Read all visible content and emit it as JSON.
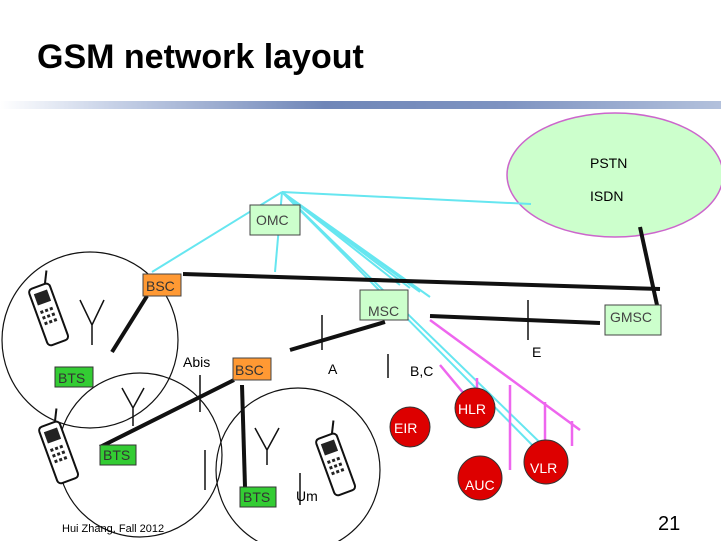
{
  "slide": {
    "title": "GSM network layout",
    "footer": "Hui Zhang, Fall 2012",
    "page_number": "21"
  },
  "nodes": {
    "pstn": "PSTN",
    "isdn": "ISDN",
    "omc": "OMC",
    "bsc_top": "BSC",
    "msc": "MSC",
    "gmsc": "GMSC",
    "bts_left": "BTS",
    "bsc_mid": "BSC",
    "bts_lower": "BTS",
    "bts_bottom": "BTS",
    "hlr": "HLR",
    "eir": "EIR",
    "auc": "AUC",
    "vlr": "VLR"
  },
  "interfaces": {
    "abis": "Abis",
    "a": "A",
    "bc": "B,C",
    "e": "E",
    "um": "Um"
  },
  "colors": {
    "cloud_fill": "#ccffcc",
    "cloud_stroke": "#cc66cc",
    "box_fill": "#ccffcc",
    "bsc_fill": "#ff9933",
    "bts_fill": "#33cc33",
    "db_fill": "#dd0000",
    "cyan_link": "#66e6f0",
    "magenta_link": "#ee66ee",
    "title_rule": "#6f86b8"
  }
}
